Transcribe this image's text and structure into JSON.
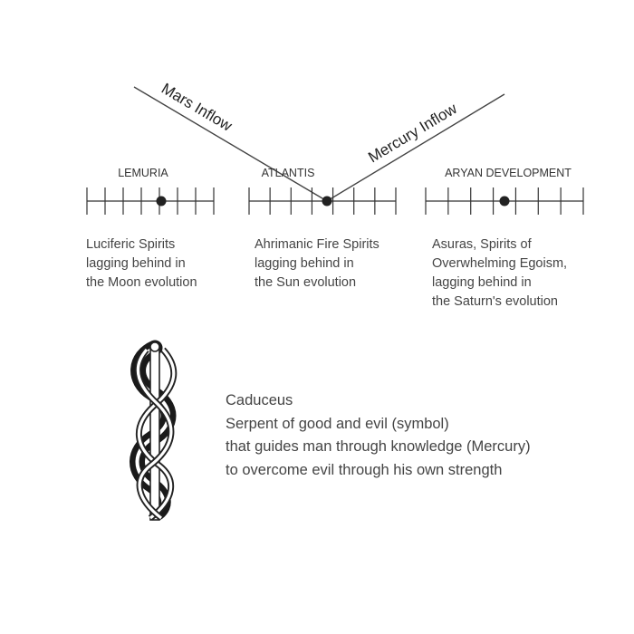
{
  "inflows": {
    "mars": "Mars Inflow",
    "mercury": "Mercury Inflow"
  },
  "periods": [
    {
      "name": "LEMURIA",
      "description": [
        "Luciferic Spirits",
        "lagging behind in",
        "the Moon evolution"
      ]
    },
    {
      "name": "ATLANTIS",
      "description": [
        "Ahrimanic Fire Spirits",
        "lagging behind in",
        "the Sun evolution"
      ]
    },
    {
      "name": "ARYAN DEVELOPMENT",
      "description": [
        "Asuras, Spirits of",
        "Overwhelming Egoism,",
        "lagging behind in",
        "the Saturn's evolution"
      ]
    }
  ],
  "caduceus": {
    "title": "Caduceus",
    "lines": [
      "Serpent of good and evil (symbol)",
      "that guides man through knowledge (Mercury)",
      "to overcome evil through his own strength"
    ]
  }
}
